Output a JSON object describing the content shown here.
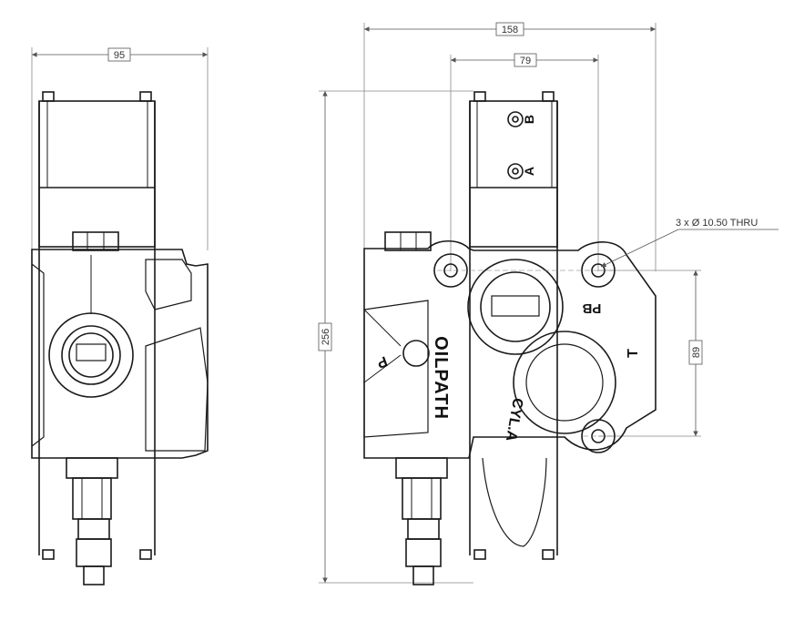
{
  "dimensions": {
    "width_side": "95",
    "width_front": "158",
    "port_spacing": "79",
    "height": "256",
    "hole_spacing": "89"
  },
  "callout": {
    "holes": "3 x Ø 10.50 THRU"
  },
  "markings": {
    "brand": "OILPATH",
    "port_a": "A",
    "port_b": "B",
    "port_pb": "PB",
    "port_t": "T",
    "port_p": "P",
    "port_cyla": "CYL.A"
  },
  "colors": {
    "line": "#1a1a1a",
    "dimension": "#555555"
  }
}
